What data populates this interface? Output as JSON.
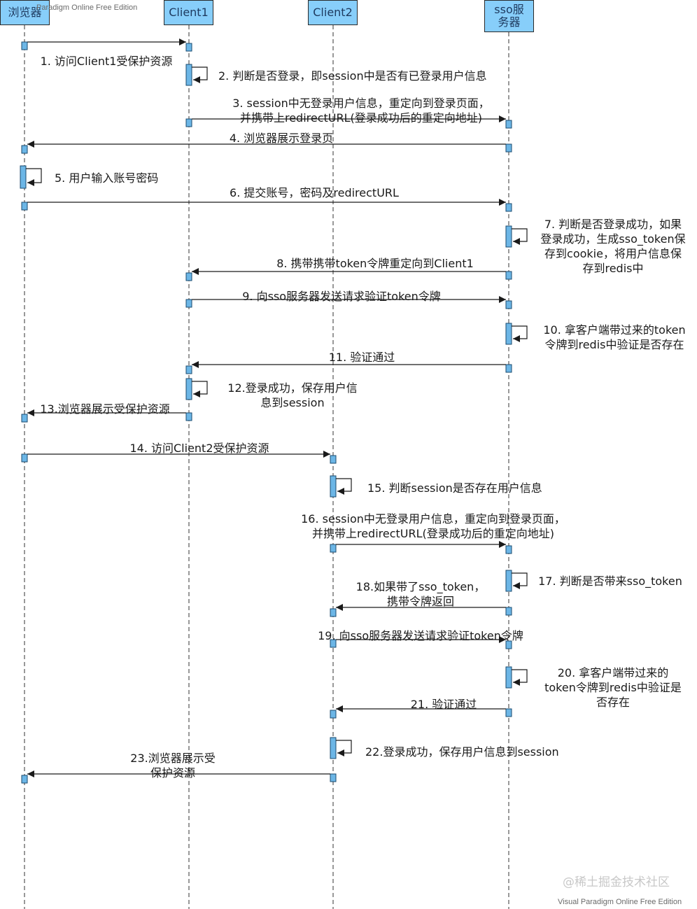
{
  "participants": [
    {
      "id": "browser",
      "name": "浏览器"
    },
    {
      "id": "client1",
      "name": "Client1"
    },
    {
      "id": "client2",
      "name": "Client2"
    },
    {
      "id": "sso",
      "name": "sso服务器"
    }
  ],
  "messages": [
    {
      "n": 1,
      "from": "browser",
      "to": "client1",
      "lines": [
        "1. 访问Client1受保护资源"
      ]
    },
    {
      "n": 2,
      "from": "client1",
      "to": "client1",
      "lines": [
        "2. 判断是否登录，即session中是否有已登录用户信息"
      ]
    },
    {
      "n": 3,
      "from": "client1",
      "to": "sso",
      "lines": [
        "3. session中无登录用户信息，重定向到登录页面，",
        "并携带上redirectURL(登录成功后的重定向地址)"
      ]
    },
    {
      "n": 4,
      "from": "sso",
      "to": "browser",
      "lines": [
        "4. 浏览器展示登录页"
      ]
    },
    {
      "n": 5,
      "from": "browser",
      "to": "browser",
      "lines": [
        "5. 用户输入账号密码"
      ]
    },
    {
      "n": 6,
      "from": "browser",
      "to": "sso",
      "lines": [
        "6. 提交账号，密码及redirectURL"
      ]
    },
    {
      "n": 7,
      "from": "sso",
      "to": "sso",
      "lines": [
        "7. 判断是否登录成功，如果",
        "登录成功，生成sso_token保",
        "存到cookie，将用户信息保",
        "存到redis中"
      ]
    },
    {
      "n": 8,
      "from": "sso",
      "to": "client1",
      "lines": [
        "8. 携带携带token令牌重定向到Client1"
      ]
    },
    {
      "n": 9,
      "from": "client1",
      "to": "sso",
      "lines": [
        "9. 向sso服务器发送请求验证token令牌"
      ]
    },
    {
      "n": 10,
      "from": "sso",
      "to": "sso",
      "lines": [
        "10. 拿客户端带过来的token",
        "令牌到redis中验证是否存在"
      ]
    },
    {
      "n": 11,
      "from": "sso",
      "to": "client1",
      "lines": [
        "11. 验证通过"
      ]
    },
    {
      "n": 12,
      "from": "client1",
      "to": "client1",
      "lines": [
        "12.登录成功，保存用户信",
        "息到session"
      ]
    },
    {
      "n": 13,
      "from": "client1",
      "to": "browser",
      "lines": [
        "13.浏览器展示受保护资源"
      ]
    },
    {
      "n": 14,
      "from": "browser",
      "to": "client2",
      "lines": [
        "14. 访问Client2受保护资源"
      ]
    },
    {
      "n": 15,
      "from": "client2",
      "to": "client2",
      "lines": [
        "15. 判断session是否存在用户信息"
      ]
    },
    {
      "n": 16,
      "from": "client2",
      "to": "sso",
      "lines": [
        "16. session中无登录用户信息，重定向到登录页面，",
        "并携带上redirectURL(登录成功后的重定向地址)"
      ]
    },
    {
      "n": 17,
      "from": "sso",
      "to": "sso",
      "lines": [
        "17. 判断是否带来sso_token"
      ]
    },
    {
      "n": 18,
      "from": "sso",
      "to": "client2",
      "lines": [
        "18.如果带了sso_token，",
        "携带令牌返回"
      ]
    },
    {
      "n": 19,
      "from": "client2",
      "to": "sso",
      "lines": [
        "19. 向sso服务器发送请求验证token令牌"
      ]
    },
    {
      "n": 20,
      "from": "sso",
      "to": "sso",
      "lines": [
        "20. 拿客户端带过来的",
        "token令牌到redis中验证是",
        "否存在"
      ]
    },
    {
      "n": 21,
      "from": "sso",
      "to": "client2",
      "lines": [
        "21. 验证通过"
      ]
    },
    {
      "n": 22,
      "from": "client2",
      "to": "client2",
      "lines": [
        "22.登录成功，保存用户信息到session"
      ]
    },
    {
      "n": 23,
      "from": "client2",
      "to": "browser",
      "lines": [
        "23.浏览器展示受",
        "保护资源"
      ]
    }
  ],
  "watermark_top": "Paradigm Online Free Edition",
  "watermark_bottom": "Visual Paradigm Online Free Edition",
  "brand": "@稀土掘金技术社区",
  "colors": {
    "lifeline": "#333333",
    "activation": "#6cb6e6",
    "header_fill": "#87cefa",
    "arrow": "#1a1a1a",
    "text": "#1a1a1a"
  }
}
